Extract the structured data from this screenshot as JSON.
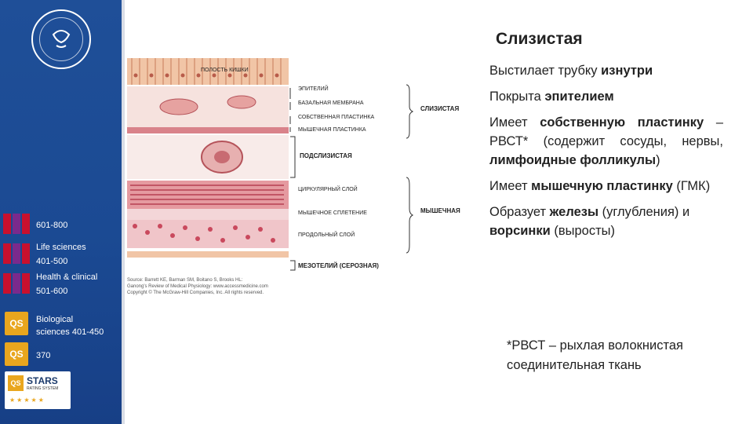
{
  "sidebar": {
    "rankings": [
      {
        "badge": "the-icon",
        "lines": [
          "601-800"
        ]
      },
      {
        "badge": "the-icon",
        "lines": [
          "Life sciences",
          "401-500"
        ]
      },
      {
        "badge": "the-icon",
        "lines": [
          "Health & clinical",
          "501-600"
        ]
      },
      {
        "badge": "qs-icon",
        "lines": [
          "Biological",
          "sciences 401-450"
        ]
      },
      {
        "badge": "qs-icon",
        "lines": [
          "370"
        ]
      }
    ],
    "qs_label": "QS",
    "stars_title": "STARS",
    "stars_sub": "RATING SYSTEM"
  },
  "slide": {
    "title": "Слизистая",
    "b1_pre": "Выстилает трубку ",
    "b1_bold": "изнутри",
    "b2_pre": "Покрыта ",
    "b2_bold": "эпителием",
    "b3_pre": "Имеет ",
    "b3_bold1": "собственную пластинку",
    "b3_mid": " – РВСТ* (содержит сосуды, нервы, ",
    "b3_bold2": "лимфоидные фолликулы",
    "b3_end": ")",
    "b4_pre": "Имеет ",
    "b4_bold": "мышечную пластинку",
    "b4_end": " (ГМК)",
    "b5_pre": "Образует ",
    "b5_bold1": "железы",
    "b5_mid": " (углубления) и ",
    "b5_bold2": "ворсинки",
    "b5_end": " (выросты)",
    "footnote_line1": "*РВСТ – рыхлая волокнистая",
    "footnote_line2": "соединительная ткань"
  },
  "diagram": {
    "top_label": "ПОЛОСТЬ КИШКИ",
    "layers": [
      "ЭПИТЕЛИЙ",
      "БАЗАЛЬНАЯ МЕМБРАНА",
      "СОБСТВЕННАЯ ПЛАСТИНКА",
      "МЫШЕЧНАЯ ПЛАСТИНКА"
    ],
    "mucosa": "СЛИЗИСТАЯ",
    "submucosa": "ПОДСЛИЗИСТАЯ",
    "muscle_layers": [
      "ЦИРКУЛЯРНЫЙ СЛОЙ",
      "МЫШЕЧНОЕ СПЛЕТЕНИЕ",
      "ПРОДОЛЬНЫЙ СЛОЙ"
    ],
    "muscularis": "МЫШЕЧНАЯ",
    "serosa": "МЕЗОТЕЛИЙ (СЕРОЗНАЯ)",
    "source1": "Source: Barrett KE, Barman SM, Boitano S, Brooks HL:",
    "source2": "Ganong's Review of Medical Physiology: www.accessmedicine.com",
    "source3": "Copyright © The McGraw-Hill Companies, Inc. All rights reserved."
  },
  "colors": {
    "sidebar": "#1f4f98",
    "qs": "#e9a61e",
    "the_red": "#c8102e",
    "tissue": "#e8a9a6"
  }
}
